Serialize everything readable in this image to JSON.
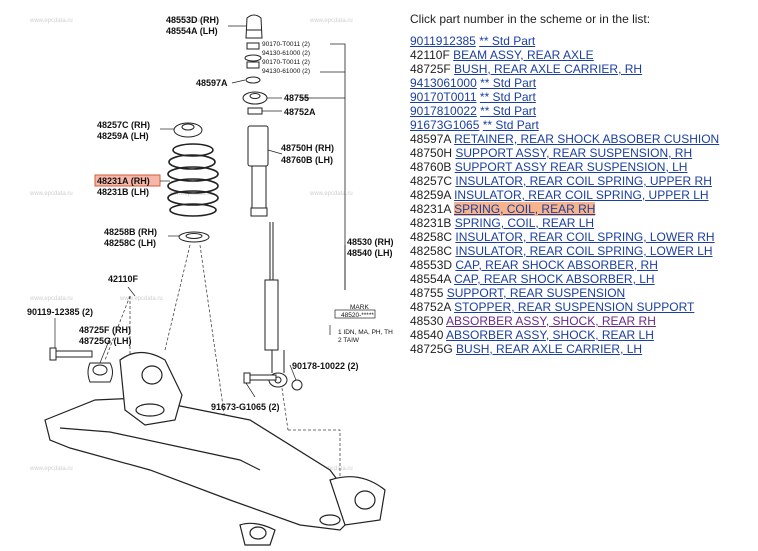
{
  "instruction": "Click part number in the scheme or in the list:",
  "watermark": "www.epcdata.ru",
  "parts": [
    {
      "num": "9011912385",
      "desc": "** Std Part",
      "full_link": true
    },
    {
      "num": "42110F",
      "desc": "BEAM ASSY, REAR AXLE"
    },
    {
      "num": "48725F",
      "desc": "BUSH, REAR AXLE CARRIER, RH"
    },
    {
      "num": "9413061000",
      "desc": "** Std Part",
      "full_link": true
    },
    {
      "num": "90170T0011",
      "desc": "** Std Part",
      "full_link": true
    },
    {
      "num": "9017810022",
      "desc": "** Std Part",
      "full_link": true
    },
    {
      "num": "91673G1065",
      "desc": "** Std Part",
      "full_link": true
    },
    {
      "num": "48597A",
      "desc": "RETAINER, REAR SHOCK ABSOBER CUSHION"
    },
    {
      "num": "48750H",
      "desc": "SUPPORT ASSY, REAR SUSPENSION, RH"
    },
    {
      "num": "48760B",
      "desc": "SUPPORT ASSY REAR SUSPENSION, LH"
    },
    {
      "num": "48257C",
      "desc": "INSULATOR, REAR COIL SPRING, UPPER RH"
    },
    {
      "num": "48259A",
      "desc": "INSULATOR, REAR COIL SPRING, UPPER LH"
    },
    {
      "num": "48231A",
      "desc": "SPRING, COIL, REAR RH",
      "selected": true
    },
    {
      "num": "48231B",
      "desc": "SPRING, COIL, REAR LH"
    },
    {
      "num": "48258C",
      "desc": "INSULATOR, REAR COIL SPRING, LOWER RH"
    },
    {
      "num": "48258C",
      "desc": "INSULATOR, REAR COIL SPRING, LOWER LH"
    },
    {
      "num": "48553D",
      "desc": "CAP, REAR SHOCK ABSORBER, RH"
    },
    {
      "num": "48554A",
      "desc": "CAP, REAR SHOCK ABSORBER, LH"
    },
    {
      "num": "48755",
      "desc": "SUPPORT, REAR SUSPENSION"
    },
    {
      "num": "48752A",
      "desc": "STOPPER, REAR SUSPENSION SUPPORT"
    },
    {
      "num": "48530",
      "desc": "ABSORBER ASSY, SHOCK, REAR RH",
      "visited": true
    },
    {
      "num": "48540",
      "desc": "ABSORBER ASSY, SHOCK, REAR LH"
    },
    {
      "num": "48725G",
      "desc": "BUSH, REAR AXLE CARRIER, LH"
    }
  ],
  "callouts": {
    "c48553D": "48553D (RH)",
    "c48554A": "48554A (LH)",
    "c90170a": "90170-T0011 (2)",
    "c94130a": "94130-61000 (2)",
    "c90170b": "90170-T0011 (2)",
    "c94130b": "94130-61000 (2)",
    "c48597A": "48597A",
    "c48755": "48755",
    "c48752A": "48752A",
    "c48257C": "48257C (RH)",
    "c48259A": "48259A (LH)",
    "c48750H": "48750H (RH)",
    "c48760B": "48760B (LH)",
    "c48231A": "48231A (RH)",
    "c48231B": "48231B (LH)",
    "c48258B": "48258B (RH)",
    "c48258C": "48258C (LH)",
    "c48530": "48530 (RH)",
    "c48540": "48540 (LH)",
    "c42110F": "42110F",
    "c90119": "90119-12385 (2)",
    "c48725F": "48725F (RH)",
    "c48725G": "48725G (LH)",
    "c90178": "90178-10022 (2)",
    "c91673": "91673-G1065 (2)",
    "mark_title": "MARK",
    "mark_code": "48520-*****",
    "mark_note1": "1 IDN, MA, PH, TH",
    "mark_note2": "2 TAIW"
  }
}
